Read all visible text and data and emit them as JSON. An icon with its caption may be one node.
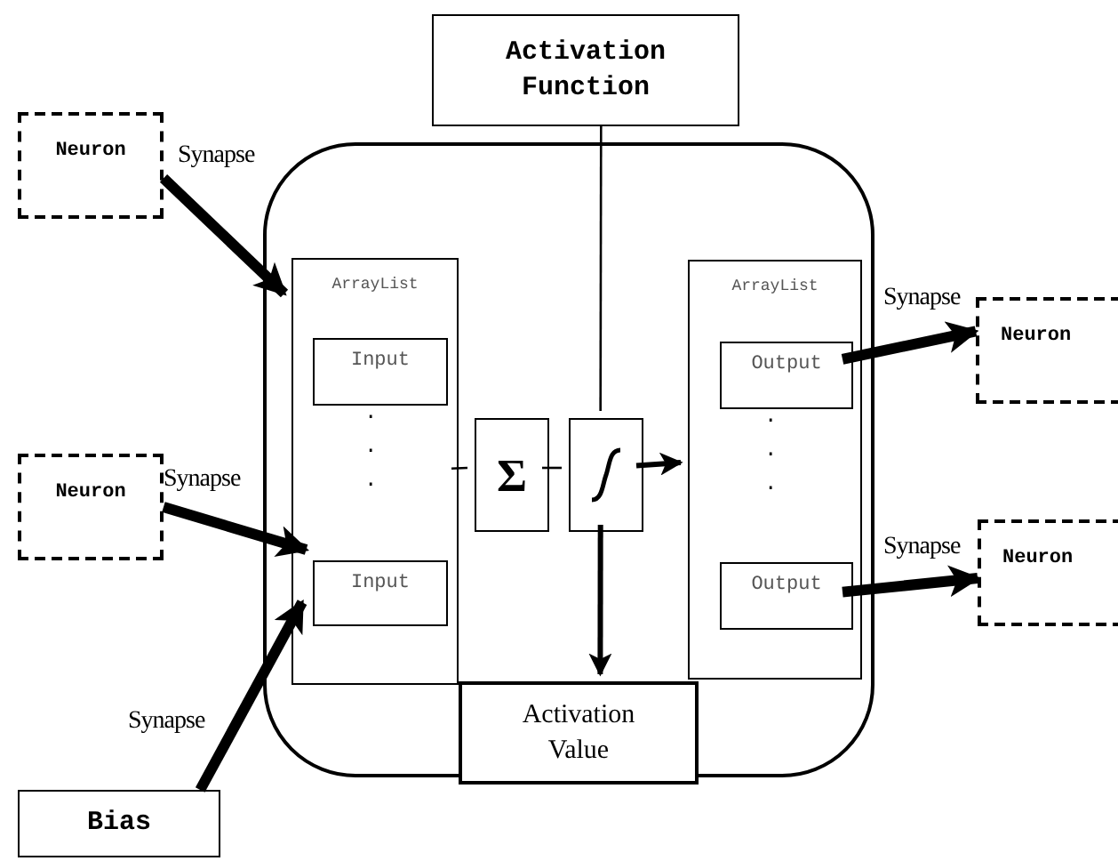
{
  "diagram": {
    "nodes": [
      {
        "text": [
          "Activation Function"
        ]
      },
      {
        "text": [],
        "shape": "box"
      },
      {
        "text": [
          "Neuron"
        ]
      },
      {
        "text": [
          "Neuron"
        ]
      },
      {
        "text": [
          "Bias"
        ]
      },
      {
        "text": [
          "ArrayList"
        ],
        "in": 1
      },
      {
        "text": [
          "Input"
        ],
        "in": 5
      },
      {
        "text": [
          "Input"
        ],
        "in": 5
      },
      {
        "text": [
          "Σ"
        ],
        "in": 1
      },
      {
        "text": [],
        "shape": "box",
        "in": 1
      },
      {
        "text": [
          "ArrayList"
        ],
        "in": 1
      },
      {
        "text": [
          "Output"
        ],
        "in": 10
      },
      {
        "text": [
          "Output"
        ],
        "in": 10
      },
      {
        "text": [
          "Activation Value"
        ],
        "in": 1
      },
      {
        "text": [
          "Neuron"
        ]
      },
      {
        "text": [
          "Neuron"
        ]
      }
    ],
    "edges": [
      {
        "from": 2,
        "to": 5,
        "arrow": "to",
        "label": "Synapse",
        "style": "thick"
      },
      {
        "from": 3,
        "to": 7,
        "arrow": "to",
        "label": "Synapse",
        "style": "thick"
      },
      {
        "from": 4,
        "to": 7,
        "arrow": "to",
        "label": "Synapse",
        "style": "thick"
      },
      {
        "from": 11,
        "to": 14,
        "arrow": "to",
        "label": "Synapse",
        "style": "thick"
      },
      {
        "from": 12,
        "to": 15,
        "arrow": "to",
        "label": "Synapse",
        "style": "thick"
      },
      {
        "from": 0,
        "to": 9,
        "arrow": "none"
      },
      {
        "from": 5,
        "to": 8,
        "arrow": "none"
      },
      {
        "from": 8,
        "to": 9,
        "arrow": "none"
      },
      {
        "from": 9,
        "to": 10,
        "arrow": "to"
      },
      {
        "from": 9,
        "to": 13,
        "arrow": "to"
      }
    ],
    "labels": [
      ".",
      ".",
      ".",
      ".",
      ".",
      "."
    ]
  }
}
